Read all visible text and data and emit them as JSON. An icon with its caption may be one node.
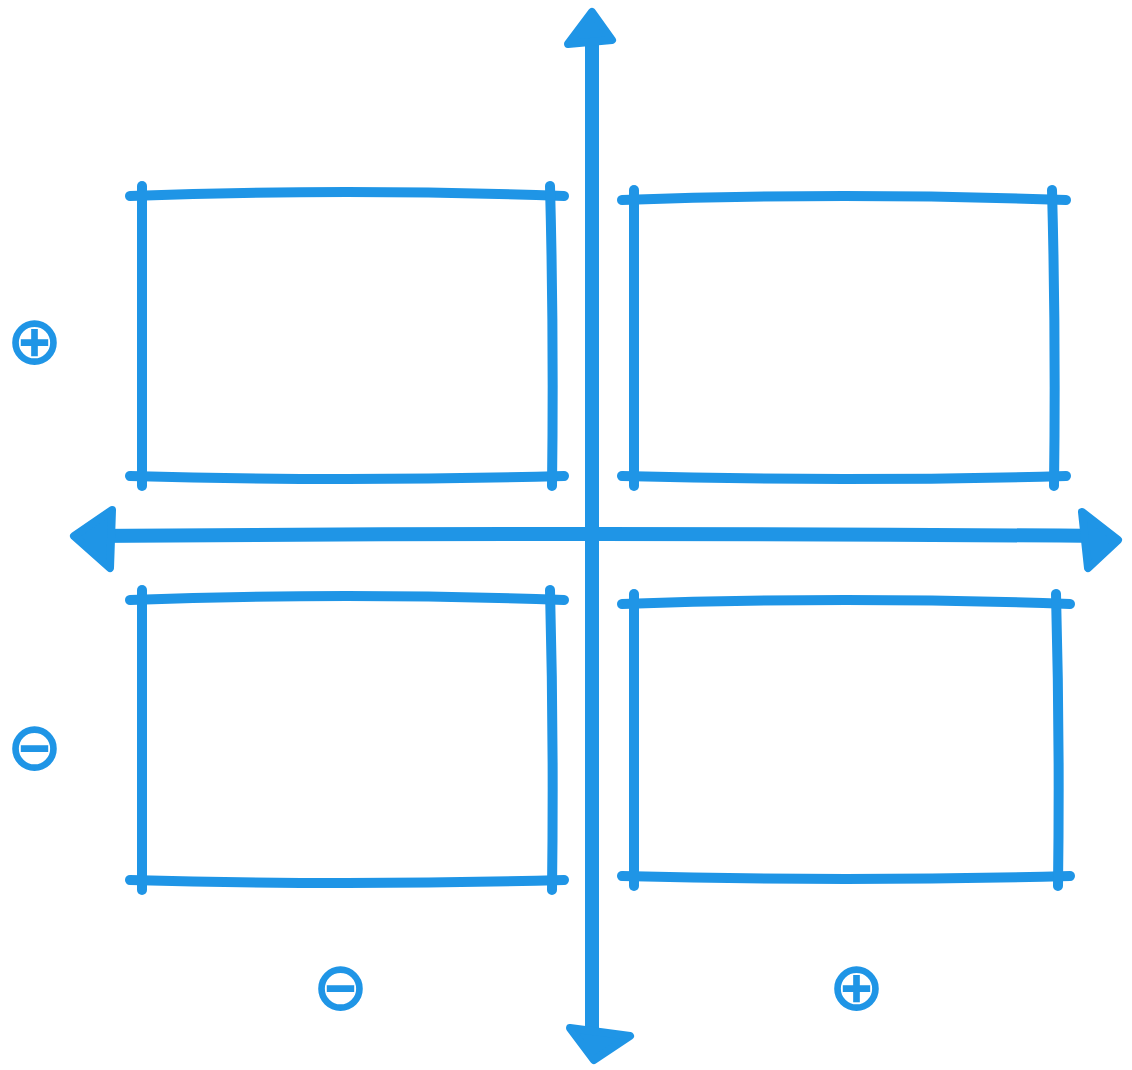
{
  "diagram": {
    "nodes": [
      {
        "text": [],
        "shape": "box"
      },
      {
        "text": [],
        "shape": "box"
      },
      {
        "text": [],
        "shape": "box"
      },
      {
        "text": [],
        "shape": "box"
      }
    ],
    "labels": [
      "⊕",
      "⊖",
      "⊖",
      "⊕"
    ]
  }
}
